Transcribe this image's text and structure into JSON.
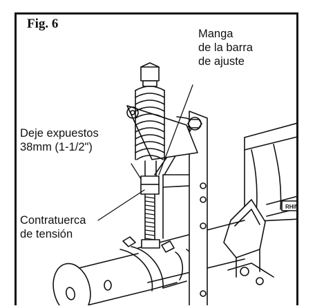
{
  "figure": {
    "title": "Fig. 6",
    "labels": {
      "sleeve": [
        "Manga",
        "de la barra",
        "de ajuste"
      ],
      "exposure": [
        "Deje expuestos",
        "38mm (1-1/2\")"
      ],
      "locknut": [
        "Contratuerca",
        "de tensión"
      ]
    },
    "border_color": "#111111"
  }
}
